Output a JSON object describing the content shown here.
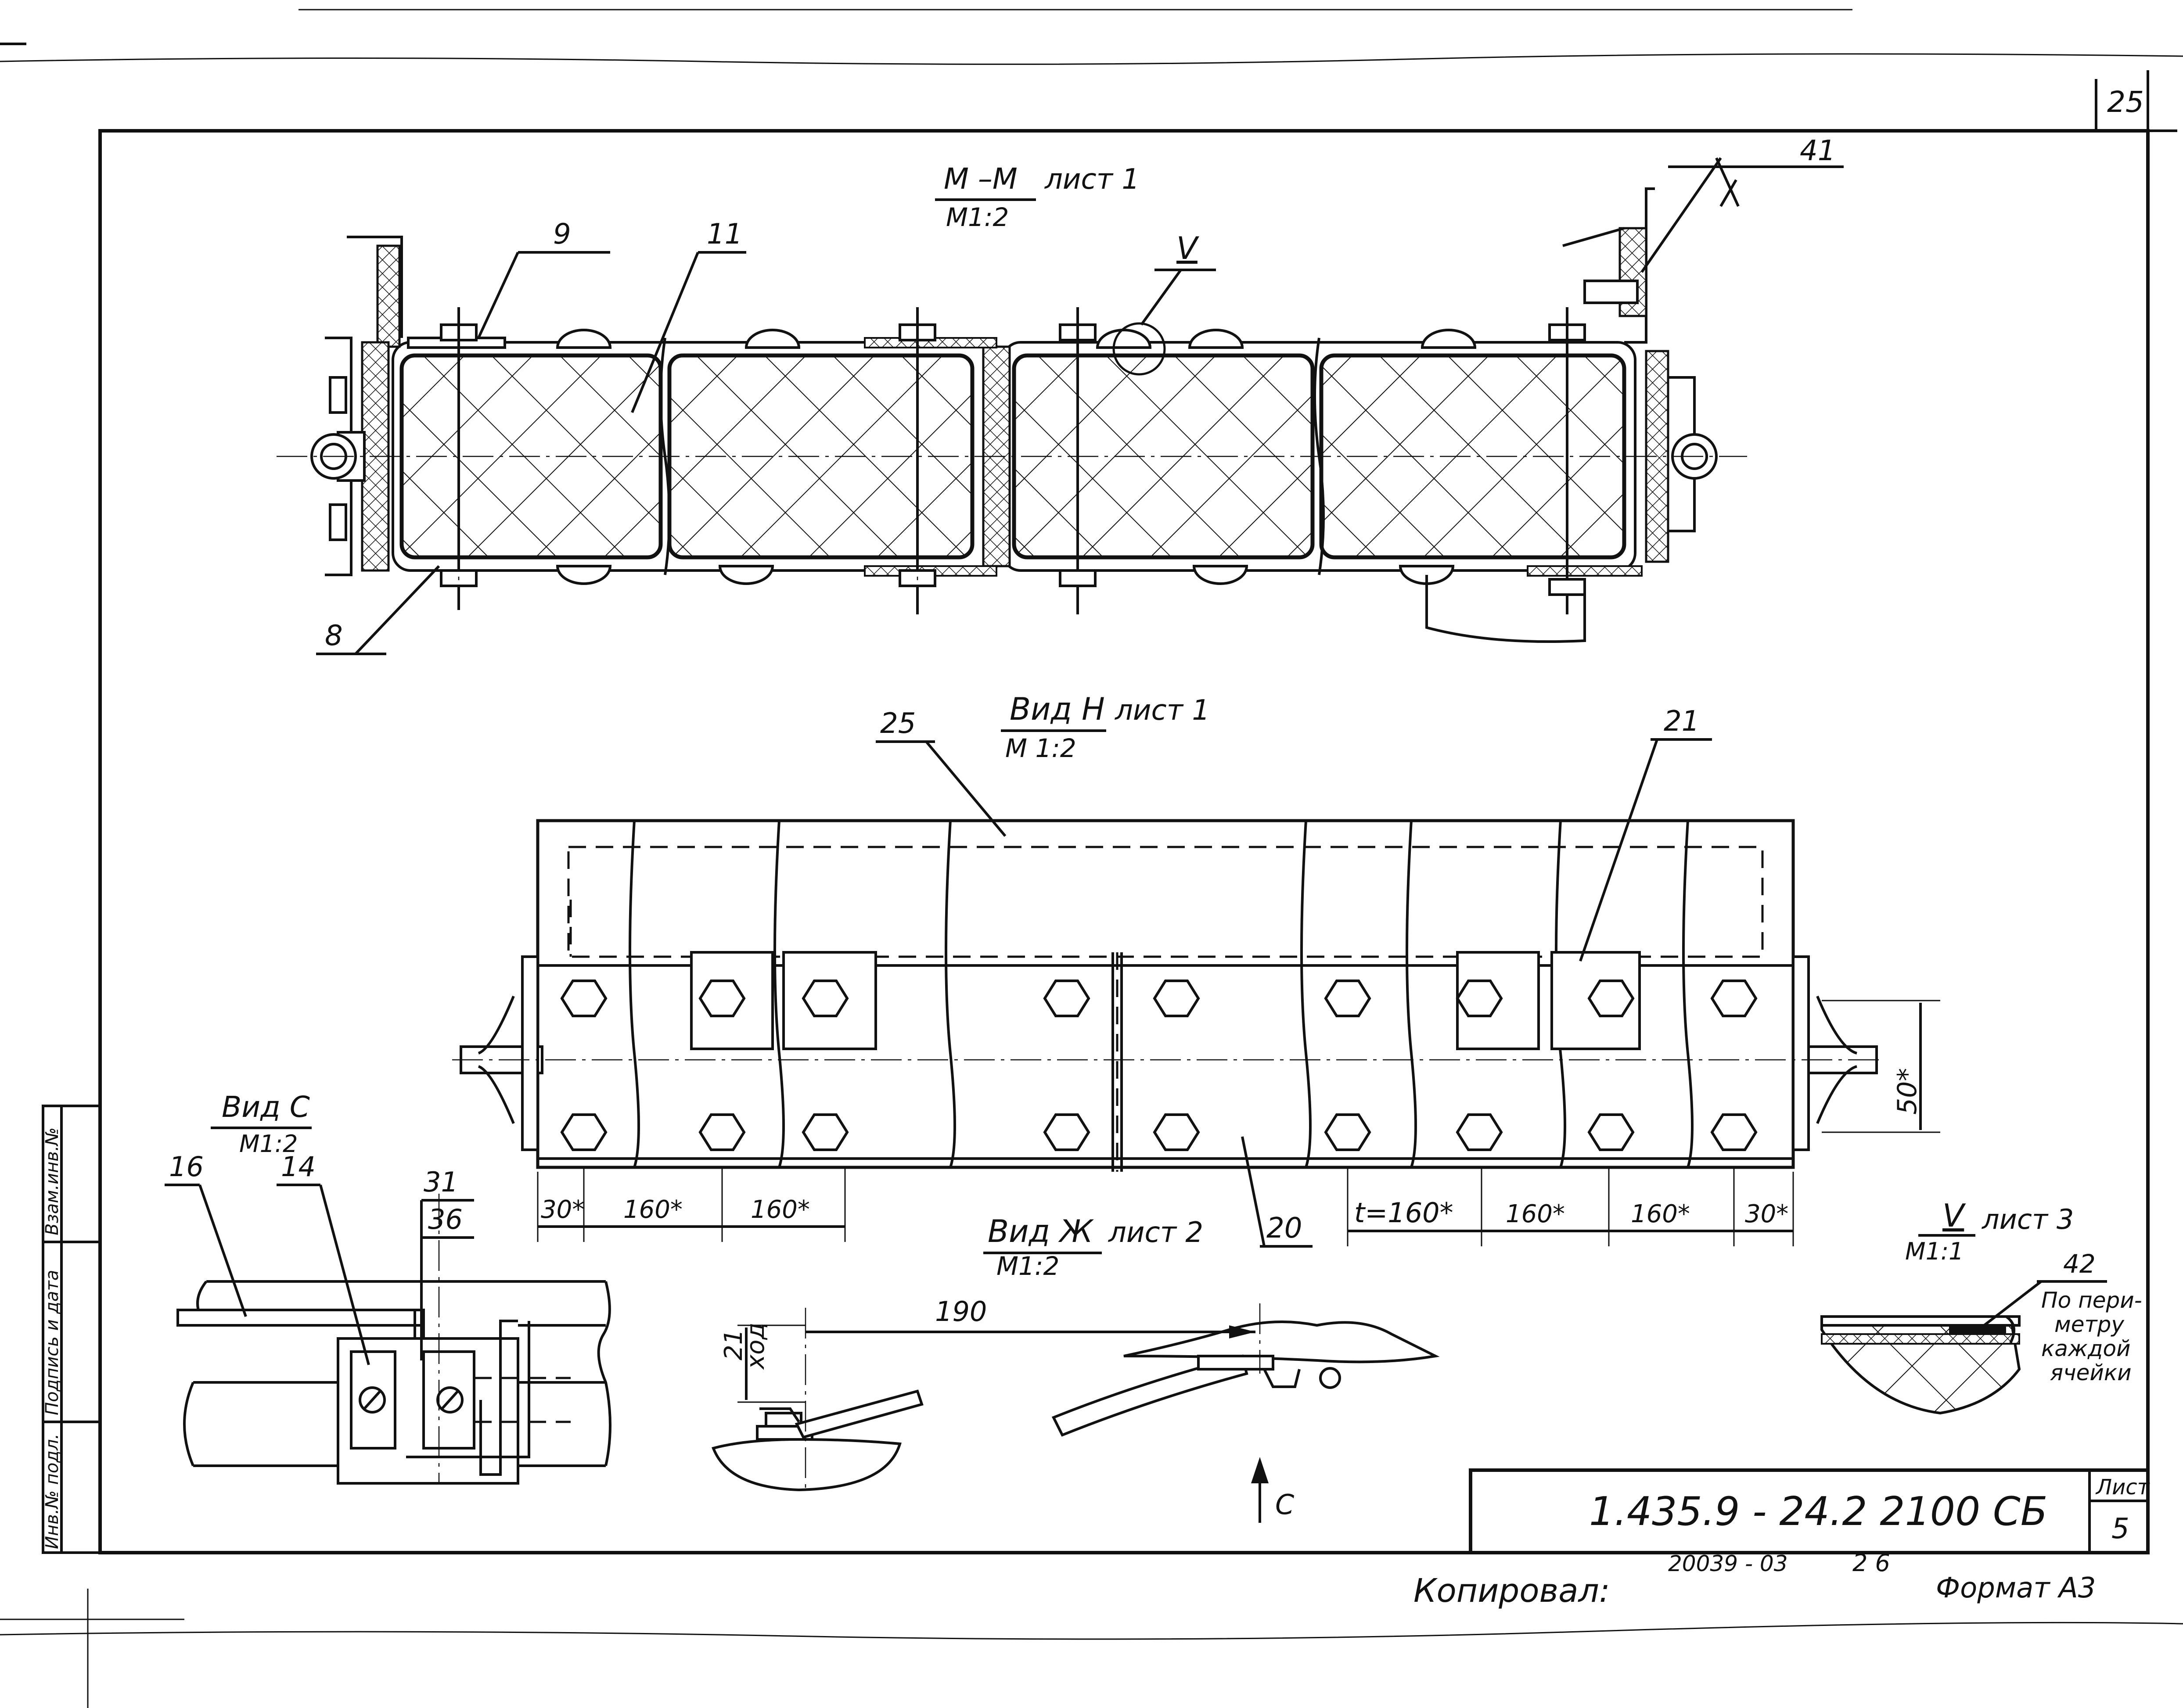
{
  "sheet_corner_number": "25",
  "section_mm": {
    "title": "М –М",
    "sheet_ref": "лист 1",
    "scale": "М1:2"
  },
  "view_n": {
    "title": "Вид Н",
    "sheet_ref": "лист 1",
    "scale": "М 1:2"
  },
  "view_c": {
    "title": "Вид С",
    "scale": "М1:2"
  },
  "view_zh": {
    "title": "Вид Ж",
    "sheet_ref": "лист 2",
    "scale": "М1:2"
  },
  "detail_v": {
    "title": "V",
    "sheet_ref": "лист 3",
    "scale": "М1:1"
  },
  "callouts": {
    "c9": "9",
    "c11": "11",
    "cV": "V",
    "c41": "41",
    "c8": "8",
    "c25": "25",
    "c21": "21",
    "c20": "20",
    "c16": "16",
    "c14": "14",
    "c31": "31",
    "c36": "36",
    "c42": "42"
  },
  "dimensions": {
    "d30_left": "30*",
    "d160_a": "160*",
    "d160_b": "160*",
    "t160": "t=160*",
    "d160_c": "160*",
    "d160_d": "160*",
    "d30_right": "30*",
    "d50": "50*",
    "d190": "190",
    "d21": "21",
    "stroke_label": "ход"
  },
  "note_42": {
    "l1": "По пери-",
    "l2": "метру",
    "l3": "каждой",
    "l4": "ячейки"
  },
  "arrow_c_label": "С",
  "title_block": {
    "code": "1.435.9 - 24.2 2100 СБ",
    "sheet_label": "Лист",
    "sheet_number": "5"
  },
  "footer": {
    "copied": "Копировал:",
    "order": "20039 - 03",
    "num": "2 6",
    "format": "Формат А3"
  },
  "side_stamp": {
    "col1": "Инв.№ подл.",
    "col2": "Подпись и дата",
    "col3": "Взам.инв.№"
  }
}
